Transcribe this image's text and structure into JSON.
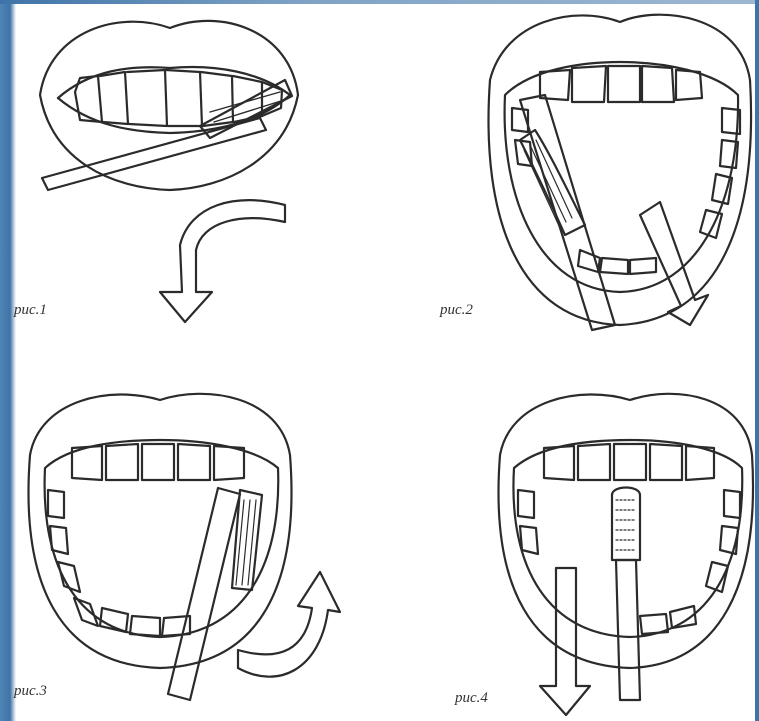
{
  "figures": [
    {
      "id": "fig1",
      "caption": "рис.1"
    },
    {
      "id": "fig2",
      "caption": "рис.2"
    },
    {
      "id": "fig3",
      "caption": "рис.3"
    },
    {
      "id": "fig4",
      "caption": "рис.4"
    }
  ],
  "colors": {
    "line": "#2b2b2b",
    "background": "#ffffff",
    "frame": "#3f74a8"
  }
}
